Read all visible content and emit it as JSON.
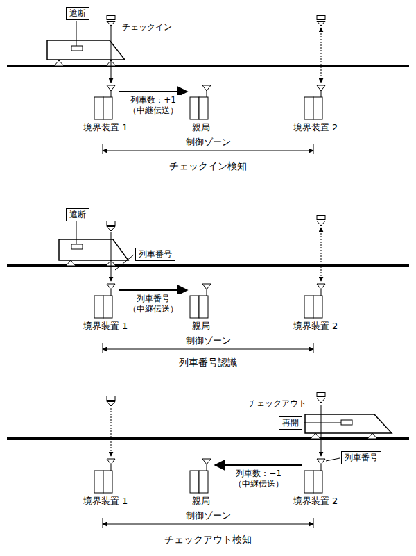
{
  "diagram": {
    "nodes": [
      {
        "text": [
          "遮断"
        ]
      },
      {
        "text": [
          "境界装置 1"
        ]
      },
      {
        "text": [
          "親局"
        ]
      },
      {
        "text": [
          "境界装置 2"
        ]
      },
      {
        "text": [
          "遮断"
        ]
      },
      {
        "text": [
          "列車番号"
        ]
      },
      {
        "text": [
          "境界装置 1"
        ]
      },
      {
        "text": [
          "親局"
        ]
      },
      {
        "text": [
          "境界装置 2"
        ]
      },
      {
        "text": [
          "再開"
        ]
      },
      {
        "text": [
          "列車番号"
        ]
      },
      {
        "text": [
          "境界装置 1"
        ]
      },
      {
        "text": [
          "親局"
        ]
      },
      {
        "text": [
          "境界装置 2"
        ]
      }
    ],
    "edges": [
      {
        "from": 1,
        "to": 2,
        "arrow": "to",
        "label": "列車数：+1 （中継伝送）"
      },
      {
        "from": 6,
        "to": 7,
        "arrow": "to",
        "label": "列車番号 （中継伝送）"
      },
      {
        "from": 13,
        "to": 12,
        "arrow": "to",
        "label": "列車数：−1 （中継伝送）"
      }
    ],
    "labels": [
      "チェックイン",
      "制御ゾーン",
      "チェックイン検知",
      "制御ゾーン",
      "列車番号認識",
      "チェックアウト",
      "制御ゾーン",
      "チェックアウト検知"
    ]
  }
}
